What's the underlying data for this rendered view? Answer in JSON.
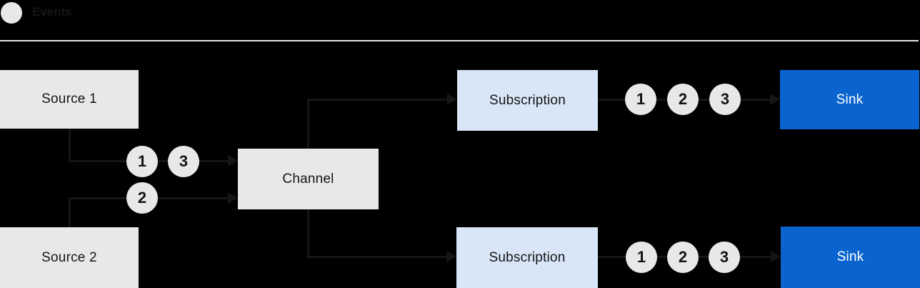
{
  "colors": {
    "canvas_bg": "#000000",
    "gray_node": "#e8e8e8",
    "subscription_node": "#d8e6f7",
    "sink_node": "#0a64d0",
    "line": "#151515",
    "text_dark": "#151515",
    "text_light": "#ffffff",
    "divider": "#e4e4e4"
  },
  "legend": {
    "label": "Events"
  },
  "nodes": {
    "source1": {
      "label": "Source 1"
    },
    "source2": {
      "label": "Source 2"
    },
    "channel": {
      "label": "Channel"
    },
    "subscription1": {
      "label": "Subscription"
    },
    "subscription2": {
      "label": "Subscription"
    },
    "sink1": {
      "label": "Sink"
    },
    "sink2": {
      "label": "Sink"
    }
  },
  "event_markers": {
    "source1_to_channel": [
      "1",
      "3"
    ],
    "source2_to_channel": [
      "2"
    ],
    "subscription1_to_sink": [
      "1",
      "2",
      "3"
    ],
    "subscription2_to_sink": [
      "1",
      "2",
      "3"
    ]
  }
}
